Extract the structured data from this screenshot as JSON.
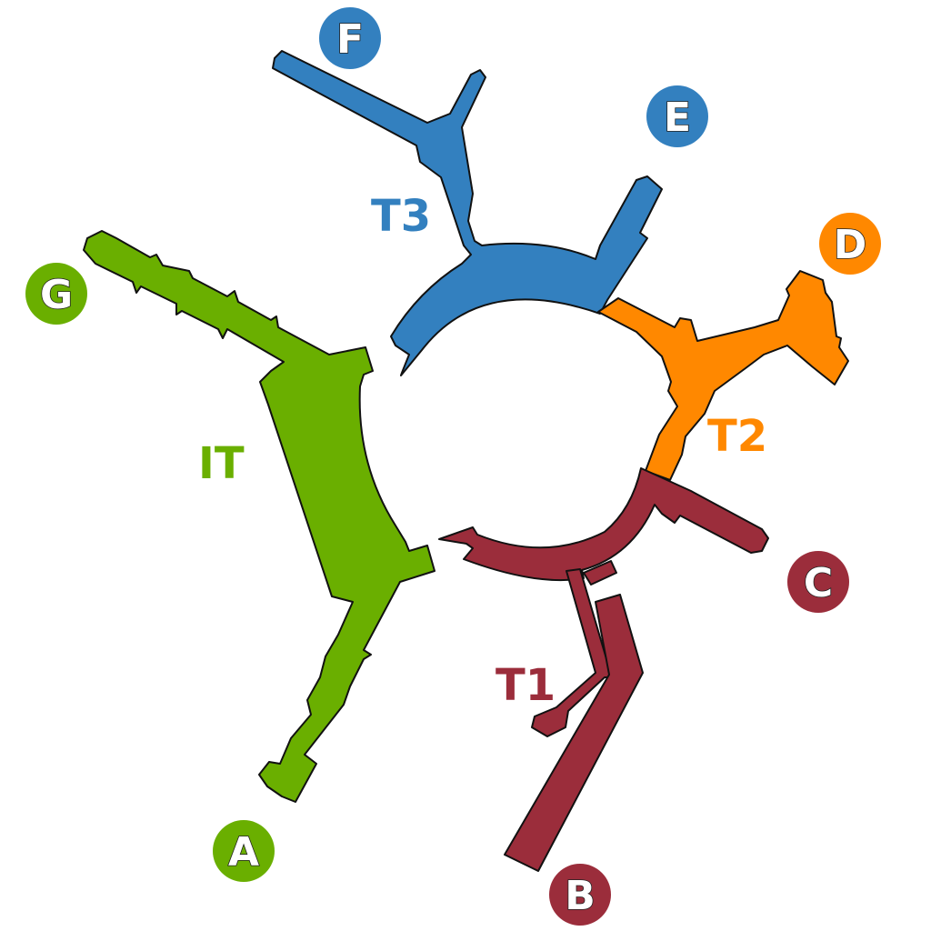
{
  "map": {
    "colors": {
      "T1": "#9b2d3b",
      "T2": "#ff8800",
      "T3": "#3380bf",
      "IT": "#6aaf00"
    },
    "terminals": {
      "T1": "T1",
      "T2": "T2",
      "T3": "T3",
      "IT": "IT"
    },
    "concourses": {
      "A": "A",
      "B": "B",
      "C": "C",
      "D": "D",
      "E": "E",
      "F": "F",
      "G": "G"
    }
  }
}
